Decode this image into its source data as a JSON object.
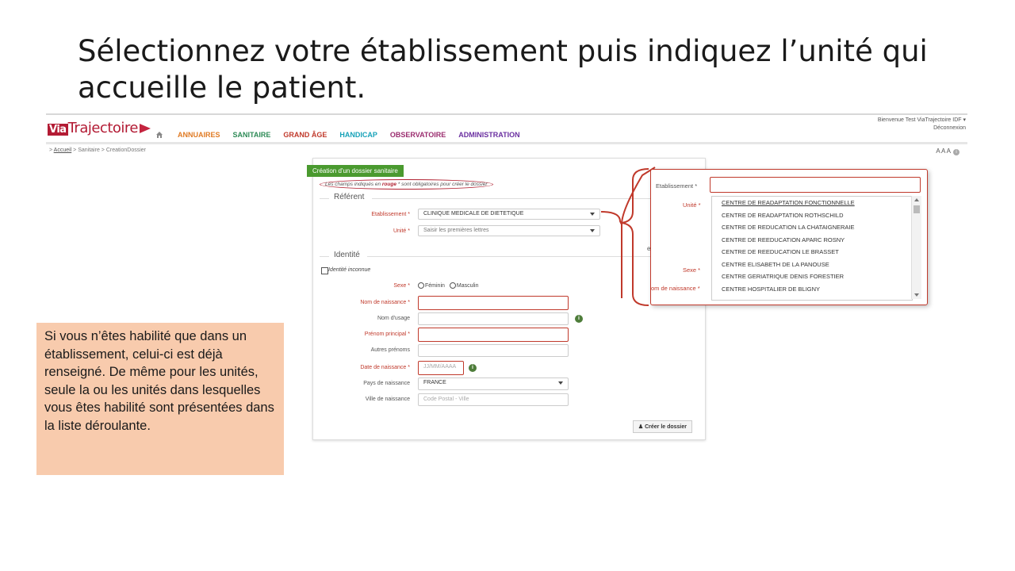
{
  "slide": {
    "title": "Sélectionnez votre établissement puis indiquez l’unité qui accueille le patient.",
    "note": "Si vous n’êtes habilité que dans un établissement, celui-ci est déjà renseigné.  De même pour les unités, seule la ou les unités dans lesquelles vous êtes habilité sont présentées  dans la liste déroulante."
  },
  "app": {
    "logo_prefix": "Via",
    "logo_text": "Trajectoire",
    "nav": [
      {
        "label": "ANNUAIRES",
        "color": "#e07b24"
      },
      {
        "label": "SANITAIRE",
        "color": "#2e8b57"
      },
      {
        "label": "GRAND ÂGE",
        "color": "#c0392b"
      },
      {
        "label": "HANDICAP",
        "color": "#17a2b8"
      },
      {
        "label": "OBSERVATOIRE",
        "color": "#9b2d6f"
      },
      {
        "label": "ADMINISTRATION",
        "color": "#6a2fa0"
      }
    ],
    "welcome": "Bienvenue Test ViaTrajectoire IDF",
    "logout": "Déconnexion",
    "breadcrumb": {
      "home": "Accueil",
      "rest": " > Sanitaire > CreationDossier"
    },
    "text_size": "A A A"
  },
  "form": {
    "tab": "Création d'un dossier sanitaire",
    "oblig_pre": "Les champs indiqués en ",
    "oblig_red": "rouge",
    "oblig_post": " * sont obligatoires pour créer le dossier",
    "section_referent": "Référent",
    "etab_label": "Etablissement *",
    "etab_value": "CLINIQUE MEDICALE DE DIETETIQUE",
    "unite_label": "Unité *",
    "unite_value": "Saisir les premières lettres",
    "section_identite": "Identité",
    "identite_inconnue": "Identité inconnue",
    "sexe_label": "Sexe *",
    "sexe_f": "Féminin",
    "sexe_m": "Masculin",
    "nom_naissance": "Nom de naissance *",
    "nom_usage": "Nom d'usage",
    "prenom": "Prénom principal *",
    "autres_prenoms": "Autres prénoms",
    "date_naissance": "Date de naissance *",
    "date_placeholder": "JJ/MM/AAAA",
    "pays_label": "Pays de naissance",
    "pays_value": "FRANCE",
    "ville_label": "Ville de naissance",
    "ville_placeholder": "Code Postal - Ville",
    "create_btn": "Créer le dossier"
  },
  "popup": {
    "etab_label": "Etablissement *",
    "unite_label": "Unité *",
    "sexe_label": "Sexe *",
    "nom_label": "om de naissance *",
    "side_letter": "e",
    "items": [
      "CENTRE DE READAPTATION FONCTIONNELLE",
      "CENTRE DE READAPTATION ROTHSCHILD",
      "CENTRE DE REDUCATION LA CHATAIGNERAIE",
      "CENTRE DE REEDUCATION APARC ROSNY",
      "CENTRE DE REEDUCATION LE BRASSET",
      "CENTRE ELISABETH DE LA PANOUSE",
      "CENTRE GERIATRIQUE DENIS FORESTIER",
      "CENTRE HOSPITALIER DE BLIGNY"
    ]
  }
}
